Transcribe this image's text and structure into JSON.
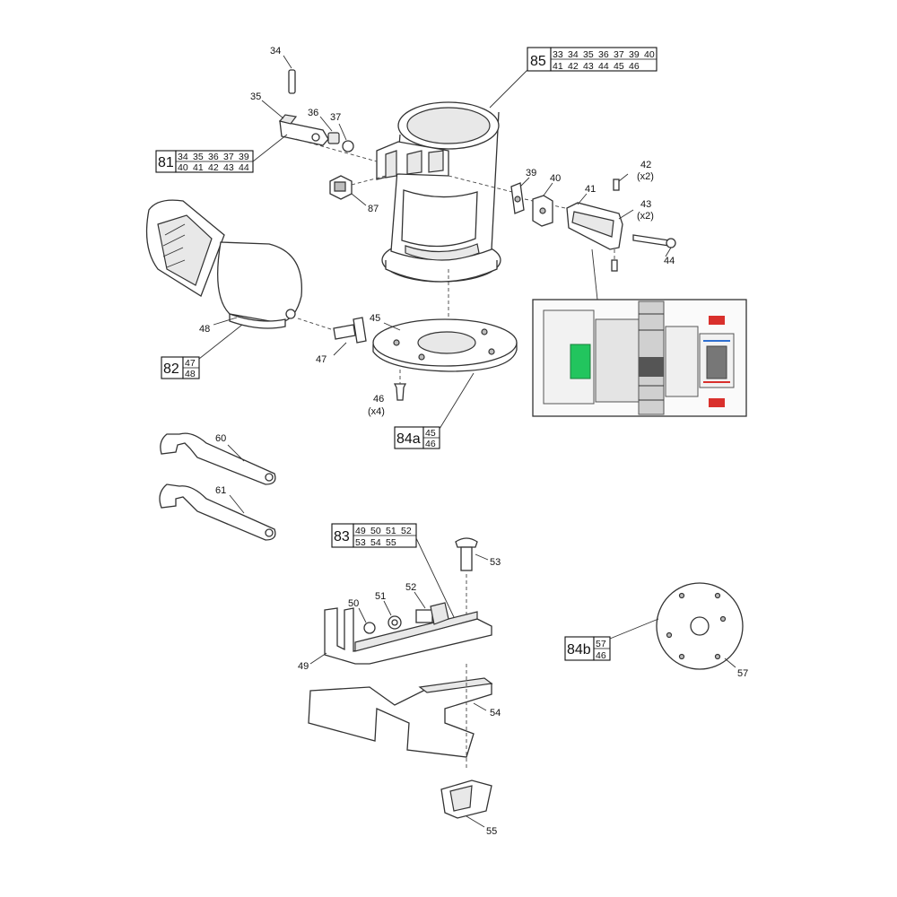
{
  "part_labels": {
    "p34": "34",
    "p35": "35",
    "p36": "36",
    "p37": "37",
    "p87": "87",
    "p39": "39",
    "p40": "40",
    "p41": "41",
    "p42": "42",
    "p42q": "(x2)",
    "p43": "43",
    "p43q": "(x2)",
    "p44": "44",
    "p45": "45",
    "p46": "46",
    "p46q": "(x4)",
    "p47": "47",
    "p48": "48",
    "p60": "60",
    "p61": "61",
    "p49": "49",
    "p50": "50",
    "p51": "51",
    "p52": "52",
    "p53": "53",
    "p54": "54",
    "p55": "55",
    "p57": "57"
  },
  "kits": {
    "k85": {
      "id": "85",
      "row1": [
        "33",
        "34",
        "35",
        "36",
        "37",
        "39",
        "40"
      ],
      "row2": [
        "41",
        "42",
        "43",
        "44",
        "45",
        "46"
      ]
    },
    "k81": {
      "id": "81",
      "row1": [
        "34",
        "35",
        "36",
        "37",
        "39"
      ],
      "row2": [
        "40",
        "41",
        "42",
        "43",
        "44"
      ]
    },
    "k82": {
      "id": "82",
      "row1": [
        "47"
      ],
      "row2": [
        "48"
      ]
    },
    "k84a": {
      "id": "84a",
      "row1": [
        "45"
      ],
      "row2": [
        "46"
      ]
    },
    "k83": {
      "id": "83",
      "row1": [
        "49",
        "50",
        "51",
        "52"
      ],
      "row2": [
        "53",
        "54",
        "55"
      ]
    },
    "k84b": {
      "id": "84b",
      "row1": [
        "57"
      ],
      "row2": [
        "46"
      ]
    }
  },
  "colors": {
    "line": "#333333",
    "highlight_green": "#22c55e",
    "highlight_red": "#d9302c",
    "highlight_blue": "#2f6fd1"
  }
}
